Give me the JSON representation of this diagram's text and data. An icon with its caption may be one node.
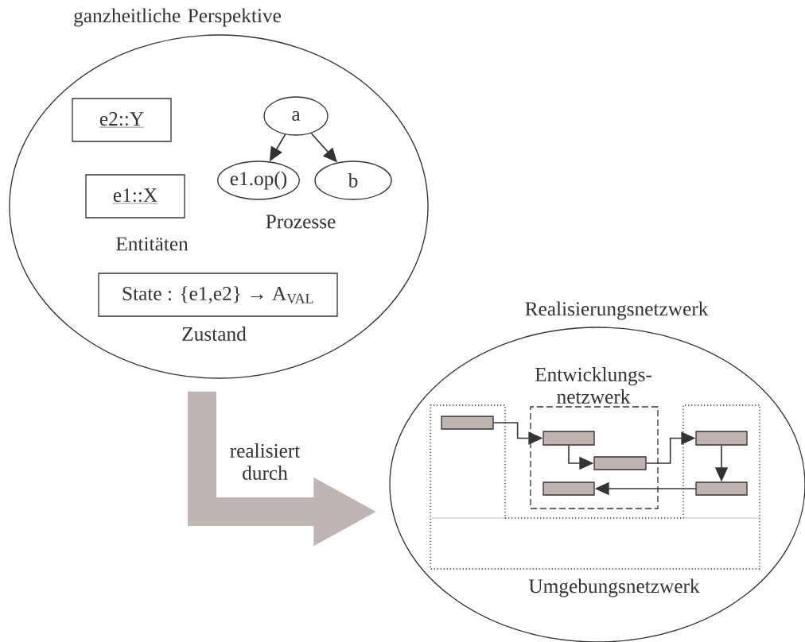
{
  "diagram": {
    "nodes": [
      {
        "text": [
          "ganzheitliche Perspektive"
        ]
      },
      {
        "text": [
          "e2::Y"
        ],
        "in": 0
      },
      {
        "text": [
          "e1::X"
        ],
        "in": 0
      },
      {
        "text": [
          "a"
        ],
        "in": 0
      },
      {
        "text": [
          "e1.op()"
        ],
        "in": 0
      },
      {
        "text": [
          "b"
        ],
        "in": 0
      },
      {
        "text": [
          "State : {e1,e2} → A$_{VAL}$"
        ],
        "beside": [
          "Zustand"
        ],
        "in": 0
      },
      {
        "text": [
          "Realisierungsnetzwerk"
        ]
      },
      {
        "text": [
          "Umgebungsnetzwerk"
        ],
        "in": 7
      },
      {
        "text": [
          "Entwicklungs- netzwerk"
        ],
        "in": 7
      },
      {
        "text": [],
        "shape": "bar",
        "in": 8
      },
      {
        "text": [],
        "shape": "bar",
        "in": 9
      },
      {
        "text": [],
        "shape": "bar",
        "in": 9
      },
      {
        "text": [],
        "shape": "bar",
        "in": 9
      },
      {
        "text": [],
        "shape": "bar",
        "in": 8
      },
      {
        "text": [],
        "shape": "bar",
        "in": 8
      }
    ],
    "edges": [
      {
        "from": 3,
        "to": 4,
        "arrow": "to"
      },
      {
        "from": 3,
        "to": 5,
        "arrow": "to"
      },
      {
        "from": 10,
        "to": 11,
        "arrow": "to"
      },
      {
        "from": 11,
        "to": 12,
        "arrow": "to"
      },
      {
        "from": 12,
        "to": 14,
        "arrow": "to"
      },
      {
        "from": 14,
        "to": 15,
        "arrow": "to"
      },
      {
        "from": 15,
        "to": 13,
        "arrow": "to"
      },
      {
        "from": 0,
        "to": 7,
        "arrow": "to",
        "label": "realisiert durch",
        "style": "thick",
        "color": "#bfb5b2"
      }
    ],
    "labels": [
      "Entitäten",
      "Prozesse"
    ]
  }
}
